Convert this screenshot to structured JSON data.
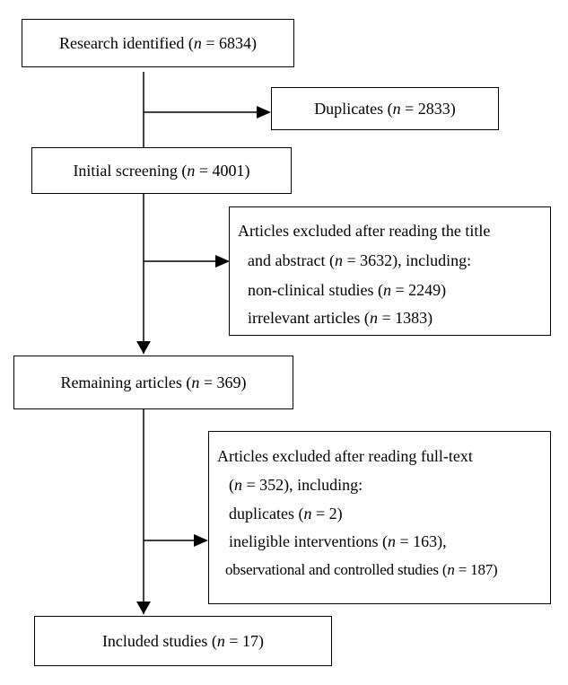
{
  "n_symbol": "n",
  "boxes": {
    "research_identified": {
      "prefix": "Research identified (",
      "value": " = 6834)"
    },
    "duplicates": {
      "prefix": "Duplicates (",
      "value": " = 2833)"
    },
    "initial_screening": {
      "prefix": "Initial screening (",
      "value": " = 4001)"
    },
    "excluded_title_abstract": {
      "line1": "Articles excluded after reading the title",
      "line2": {
        "prefix": "and abstract (",
        "value": " = 3632), including:"
      },
      "line3": {
        "prefix": "non-clinical studies (",
        "value": " = 2249)"
      },
      "line4": {
        "prefix": "irrelevant articles (",
        "value": " = 1383)"
      }
    },
    "remaining_articles": {
      "prefix": "Remaining articles (",
      "value": " = 369)"
    },
    "excluded_fulltext": {
      "line1": "Articles excluded after reading full-text",
      "line2": {
        "prefix": "(",
        "value": " = 352), including:"
      },
      "line3": {
        "prefix": "duplicates (",
        "value": " = 2)"
      },
      "line4": {
        "prefix": "ineligible interventions (",
        "value": " = 163),"
      },
      "line5": {
        "prefix": "observational and controlled studies (",
        "value": " = 187)"
      }
    },
    "included_studies": {
      "prefix": "Included studies (",
      "value": " = 17)"
    }
  }
}
